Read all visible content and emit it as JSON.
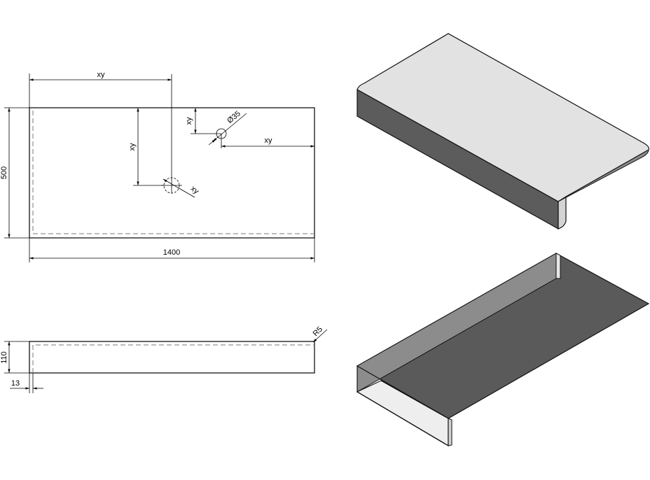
{
  "dimensions": {
    "top_width": "xy",
    "hole_vertical": "xy",
    "small_hole_vertical": "xy",
    "small_hole_horizontal": "xy",
    "small_hole_diameter": "Ø35",
    "large_hole_diameter": "xy",
    "depth": "500",
    "length": "1400",
    "height": "110",
    "thickness": "13",
    "radius": "R5"
  },
  "colors": {
    "top_face": "#e2e2e2",
    "front_face": "#5c5c5c",
    "under_face": "#5a5a5a",
    "inner_light": "#eeeeee",
    "edge": "#111111"
  }
}
